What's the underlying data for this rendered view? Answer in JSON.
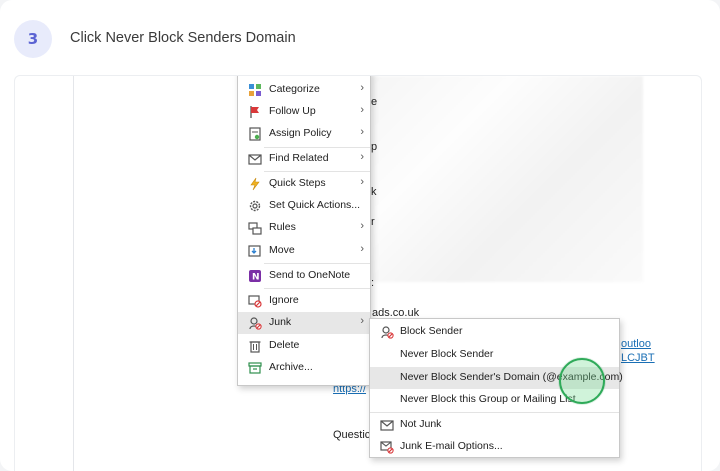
{
  "step": {
    "number": "3",
    "title": "Click Never Block Senders Domain"
  },
  "background_text": {
    "domain_fragment": "ads.co.uk",
    "link_fragment_1": "outloo",
    "link_fragment_2": "LCJBT",
    "link_fragment_3": "https://",
    "question_fragment": "Questic",
    "frag_e": "e",
    "frag_p": "p",
    "frag_k": "k",
    "frag_r": "r",
    "frag_colon": ":"
  },
  "context_menu": {
    "items": [
      {
        "label": "Categorize",
        "icon": "categorize-icon",
        "submenu": true
      },
      {
        "label": "Follow Up",
        "icon": "flag-icon",
        "submenu": true
      },
      {
        "label": "Assign Policy",
        "icon": "policy-icon",
        "submenu": true
      },
      {
        "label": "Find Related",
        "icon": "find-related-icon",
        "submenu": true
      },
      {
        "label": "Quick Steps",
        "icon": "lightning-icon",
        "submenu": true
      },
      {
        "label": "Set Quick Actions...",
        "icon": "gear-icon",
        "submenu": false
      },
      {
        "label": "Rules",
        "icon": "rules-icon",
        "submenu": true
      },
      {
        "label": "Move",
        "icon": "move-icon",
        "submenu": true
      },
      {
        "label": "Send to OneNote",
        "icon": "onenote-icon",
        "submenu": false
      },
      {
        "label": "Ignore",
        "icon": "ignore-icon",
        "submenu": false
      },
      {
        "label": "Junk",
        "icon": "junk-icon",
        "submenu": true
      },
      {
        "label": "Delete",
        "icon": "trash-icon",
        "submenu": false
      },
      {
        "label": "Archive...",
        "icon": "archive-icon",
        "submenu": false
      }
    ]
  },
  "junk_submenu": {
    "items": [
      {
        "label": "Block Sender",
        "icon": "block-sender-icon"
      },
      {
        "label": "Never Block Sender",
        "icon": ""
      },
      {
        "label": "Never Block Sender's Domain (@example.com)",
        "icon": ""
      },
      {
        "label": "Never Block this Group or Mailing List",
        "icon": ""
      },
      {
        "label": "Not Junk",
        "icon": "mail-icon"
      },
      {
        "label": "Junk E-mail Options...",
        "icon": "junk-options-icon"
      }
    ],
    "highlighted_index": 2
  },
  "colors": {
    "accent": "#5b63d3",
    "badge_bg": "#e8ebfb",
    "cursor_ring": "#2faa59",
    "link": "#1a6fb5"
  }
}
